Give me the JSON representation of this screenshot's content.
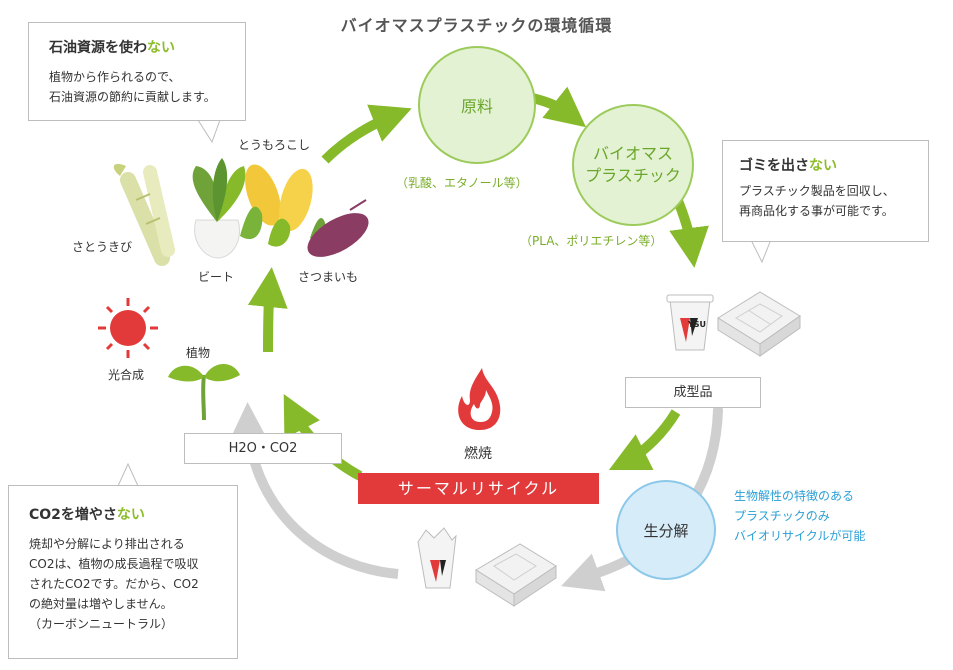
{
  "title": "バイオマスプラスチックの環境循環",
  "box_oil": {
    "heading_main": "石油資源を使わ",
    "heading_highlight": "ない",
    "line1": "植物から作られるので、",
    "line2": "石油資源の節約に貢献します。"
  },
  "box_waste": {
    "heading_main": "ゴミを出さ",
    "heading_highlight": "ない",
    "line1": "プラスチック製品を回収し、",
    "line2": "再商品化する事が可能です。"
  },
  "box_co2": {
    "heading_main": "CO2を増やさ",
    "heading_highlight": "ない",
    "line1": "焼却や分解により排出される",
    "line2": "CO2は、植物の成長過程で吸収",
    "line3": "されたCO2です。だから、CO2",
    "line4": "の絶対量は増やしません。",
    "line5": "（カーボンニュートラル）"
  },
  "nodes": {
    "raw_material": "原料",
    "raw_material_note": "（乳酸、エタノール等）",
    "bioplastic_line1": "バイオマス",
    "bioplastic_line2": "プラスチック",
    "bioplastic_note": "（PLA、ポリエチレン等）",
    "molded": "成型品",
    "biodeg": "生分解",
    "biodeg_note1": "生物解性の特徴のある",
    "biodeg_note2": "プラスチックのみ",
    "biodeg_note3": "バイオリサイクルが可能",
    "burn": "燃焼",
    "thermal": "サーマルリサイクル",
    "h2o_co2": "H2O・CO2",
    "plant": "植物",
    "photosynthesis": "光合成"
  },
  "plants": {
    "corn": "とうもろこし",
    "sugarcane": "さとうきび",
    "beet": "ビート",
    "sweet_potato": "さつまいも"
  },
  "cup_brand": "YSU",
  "colors": {
    "green_arrow": "#86ba2a",
    "gray_arrow": "#cfcfcf",
    "node_fill": "#e4f2d4",
    "node_stroke": "#9ccb5c",
    "node_text": "#6aa62a",
    "biodeg_fill": "#d6ecf8",
    "biodeg_stroke": "#8cc8ea",
    "thermal_red": "#e23a3a"
  }
}
